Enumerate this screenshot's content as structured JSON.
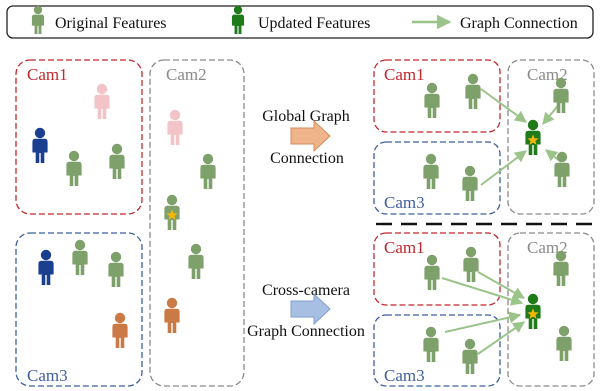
{
  "legend": {
    "original": "Original Features",
    "updated": "Updated Features",
    "connection": "Graph Connection"
  },
  "cam_labels": {
    "cam1": "Cam1",
    "cam2": "Cam2",
    "cam3": "Cam3"
  },
  "arrows": {
    "global_line1": "Global Graph",
    "global_line2": "Connection",
    "cross_line1": "Cross-camera",
    "cross_line2": "Graph Connection"
  },
  "colors": {
    "original_green": "#7ea06a",
    "updated_green": "#1f7a1a",
    "star": "#f2b705",
    "pink": "#f2c4c8",
    "navy": "#1b3f8f",
    "orange": "#cc7a45",
    "red_dash": "#c0282d",
    "blue_dash": "#3e5f9e",
    "gray_dash": "#8a8a8a",
    "edge_green": "#9ac48a",
    "orange_arrow": "#f0b48a",
    "blue_arrow": "#a7bfe3"
  }
}
